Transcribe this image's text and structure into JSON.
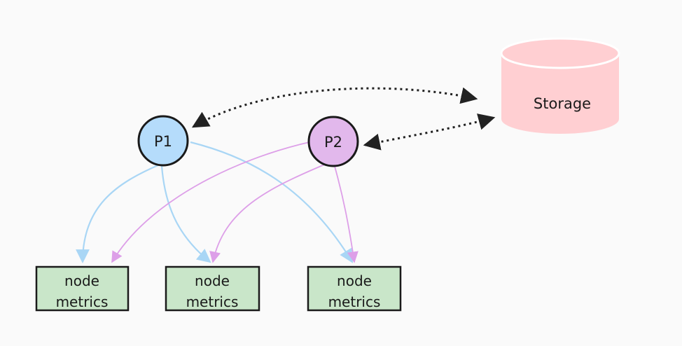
{
  "nodes": {
    "p1": {
      "label": "P1",
      "fill": "#b5dcfb"
    },
    "p2": {
      "label": "P2",
      "fill": "#e2b8ec"
    },
    "storage": {
      "label": "Storage",
      "fill": "#ffcfd2"
    },
    "metrics": [
      {
        "line1": "node",
        "line2": "metrics"
      },
      {
        "line1": "node",
        "line2": "metrics"
      },
      {
        "line1": "node",
        "line2": "metrics"
      }
    ],
    "metrics_fill": "#c9e6c9"
  },
  "edge_colors": {
    "p1": "#a9d6f5",
    "p2": "#dd9fe8",
    "storage_link": "#222222"
  }
}
